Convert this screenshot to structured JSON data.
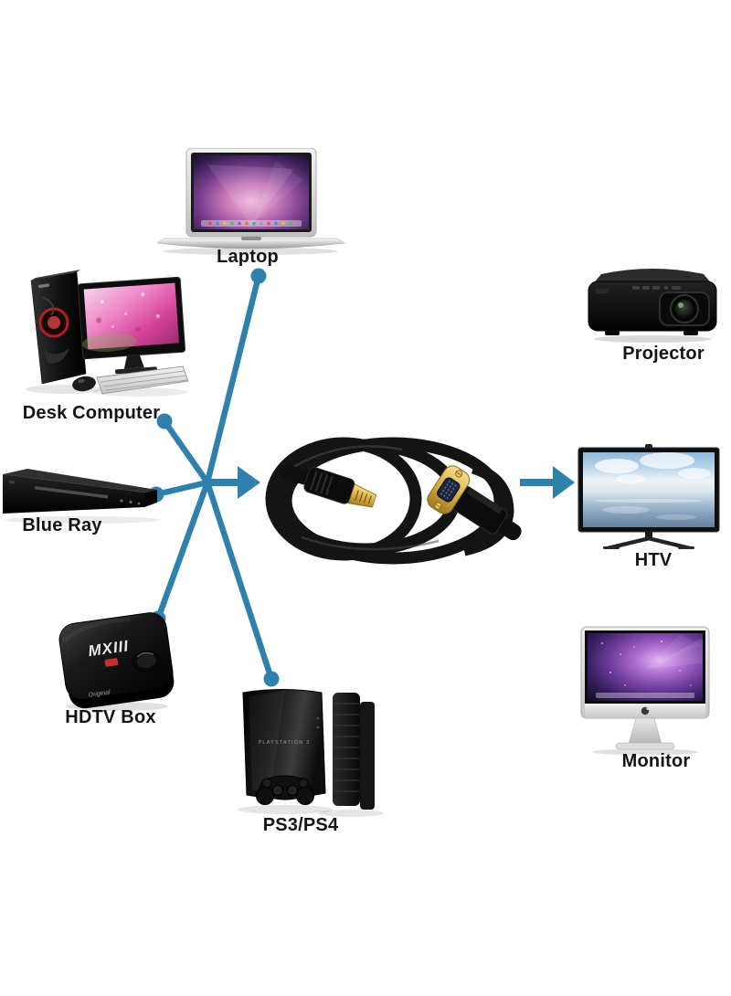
{
  "diagram": {
    "accent_color": "#2f81ad",
    "background_color": "#ffffff",
    "icons": {
      "flow": "arrow-right-icon"
    },
    "sources": [
      {
        "label": "Laptop"
      },
      {
        "label": "Desk Computer"
      },
      {
        "label": "Blue Ray"
      },
      {
        "label": "HDTV Box",
        "device_text": "MXIII",
        "device_subtext": "Original"
      },
      {
        "label": "PS3/PS4",
        "device_text": "PLAYSTATION 3"
      }
    ],
    "targets": [
      {
        "label": "Projector"
      },
      {
        "label": "HTV"
      },
      {
        "label": "Monitor"
      }
    ]
  }
}
